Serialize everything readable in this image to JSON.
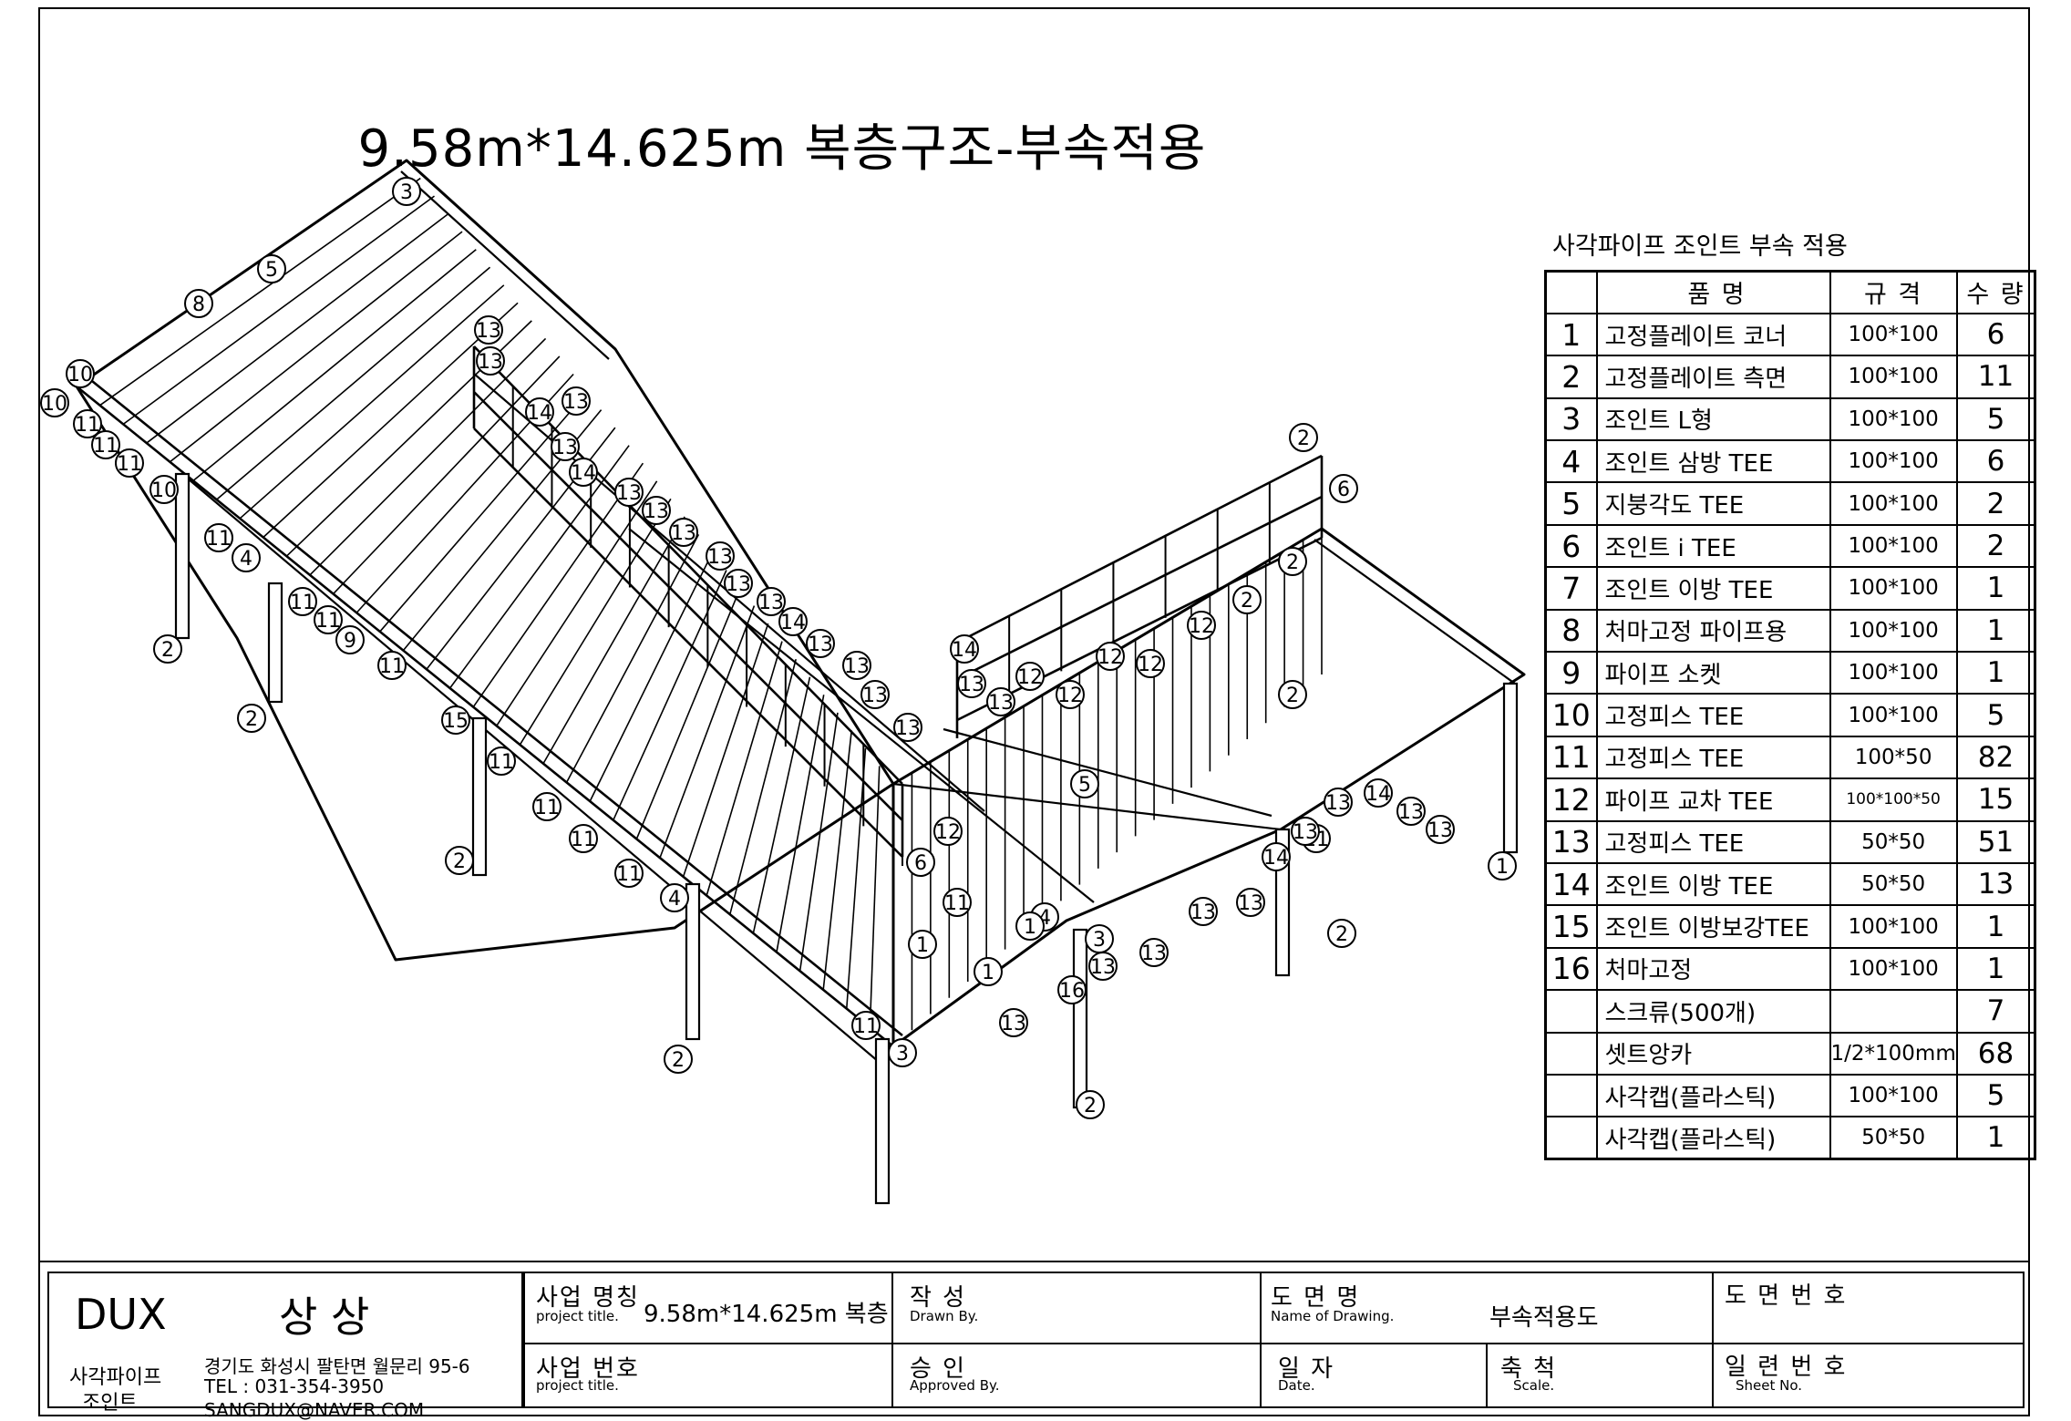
{
  "drawing_title": "9.58m*14.625m 복층구조-부속적용",
  "table": {
    "caption": "사각파이프 조인트 부속 적용",
    "headers": {
      "name": "품   명",
      "spec": "규  격",
      "qty": "수  량"
    },
    "rows": [
      {
        "no": "1",
        "name": "고정플레이트 코너",
        "spec": "100*100",
        "qty": "6"
      },
      {
        "no": "2",
        "name": "고정플레이트 측면",
        "spec": "100*100",
        "qty": "11"
      },
      {
        "no": "3",
        "name": "조인트 L형",
        "spec": "100*100",
        "qty": "5"
      },
      {
        "no": "4",
        "name": "조인트 삼방 TEE",
        "spec": "100*100",
        "qty": "6"
      },
      {
        "no": "5",
        "name": "지붕각도 TEE",
        "spec": "100*100",
        "qty": "2"
      },
      {
        "no": "6",
        "name": "조인트 i TEE",
        "spec": "100*100",
        "qty": "2"
      },
      {
        "no": "7",
        "name": "조인트 이방 TEE",
        "spec": "100*100",
        "qty": "1"
      },
      {
        "no": "8",
        "name": "처마고정 파이프용",
        "spec": "100*100",
        "qty": "1"
      },
      {
        "no": "9",
        "name": "파이프 소켓",
        "spec": "100*100",
        "qty": "1"
      },
      {
        "no": "10",
        "name": "고정피스 TEE",
        "spec": "100*100",
        "qty": "5"
      },
      {
        "no": "11",
        "name": "고정피스 TEE",
        "spec": "100*50",
        "qty": "82"
      },
      {
        "no": "12",
        "name": "파이프 교차 TEE",
        "spec": "100*100*50",
        "qty": "15"
      },
      {
        "no": "13",
        "name": "고정피스 TEE",
        "spec": "50*50",
        "qty": "51"
      },
      {
        "no": "14",
        "name": "조인트 이방 TEE",
        "spec": "50*50",
        "qty": "13"
      },
      {
        "no": "15",
        "name": "조인트 이방보강TEE",
        "spec": "100*100",
        "qty": "1"
      },
      {
        "no": "16",
        "name": " 처마고정",
        "spec": "100*100",
        "qty": "1"
      },
      {
        "no": "",
        "name": "스크류(500개)",
        "spec": "",
        "qty": "7"
      },
      {
        "no": "",
        "name": "셋트앙카",
        "spec": "1/2*100mm",
        "qty": "68"
      },
      {
        "no": "",
        "name": "사각캡(플라스틱)",
        "spec": "100*100",
        "qty": "5"
      },
      {
        "no": "",
        "name": "사각캡(플라스틱)",
        "spec": "50*50",
        "qty": "1"
      }
    ]
  },
  "title_block": {
    "company_en": "DUX",
    "company_kr": "상 상",
    "product_line1": "사각파이프",
    "product_line2": "조인트",
    "address": "경기도 화성시 팔탄면 월문리 95-6",
    "tel": "TEL : 031-354-3950",
    "email": "SANGDUX@NAVER.COM",
    "project_name_label": "사업 명칭",
    "project_name_sub": "project title.",
    "project_name_value": "9.58m*14.625m 복층",
    "project_no_label": "사업 번호",
    "project_no_sub": "project title.",
    "drawn_label": "작    성",
    "drawn_sub": "Drawn By.",
    "approved_label": "승    인",
    "approved_sub": "Approved By.",
    "drawing_name_label": "도 면 명",
    "drawing_name_sub": "Name of Drawing.",
    "drawing_name_value": "부속적용도",
    "date_label": "일 자",
    "date_sub": "Date.",
    "scale_label": "축 척",
    "scale_sub": "Scale.",
    "drawing_no_label": "도 면 번 호",
    "sheet_no_label": "일 련 번 호",
    "sheet_no_sub": "Sheet No."
  },
  "callouts": [
    "3",
    "5",
    "8",
    "10",
    "10",
    "11",
    "11",
    "11",
    "10",
    "4",
    "11",
    "11",
    "11",
    "9",
    "11",
    "2",
    "2",
    "2",
    "2",
    "2",
    "15",
    "11",
    "11",
    "11",
    "11",
    "4",
    "1",
    "11",
    "3",
    "13",
    "13",
    "14",
    "13",
    "13",
    "14",
    "13",
    "13",
    "13",
    "13",
    "13",
    "13",
    "14",
    "13",
    "13",
    "13",
    "13",
    "14",
    "13",
    "13",
    "12",
    "12",
    "12",
    "12",
    "12",
    "2",
    "2",
    "2",
    "6",
    "5",
    "6",
    "12",
    "4",
    "3",
    "11",
    "11",
    "1",
    "1",
    "1",
    "2",
    "2",
    "16",
    "13",
    "13",
    "13",
    "13",
    "13",
    "14",
    "13",
    "13",
    "14",
    "13",
    "13"
  ]
}
